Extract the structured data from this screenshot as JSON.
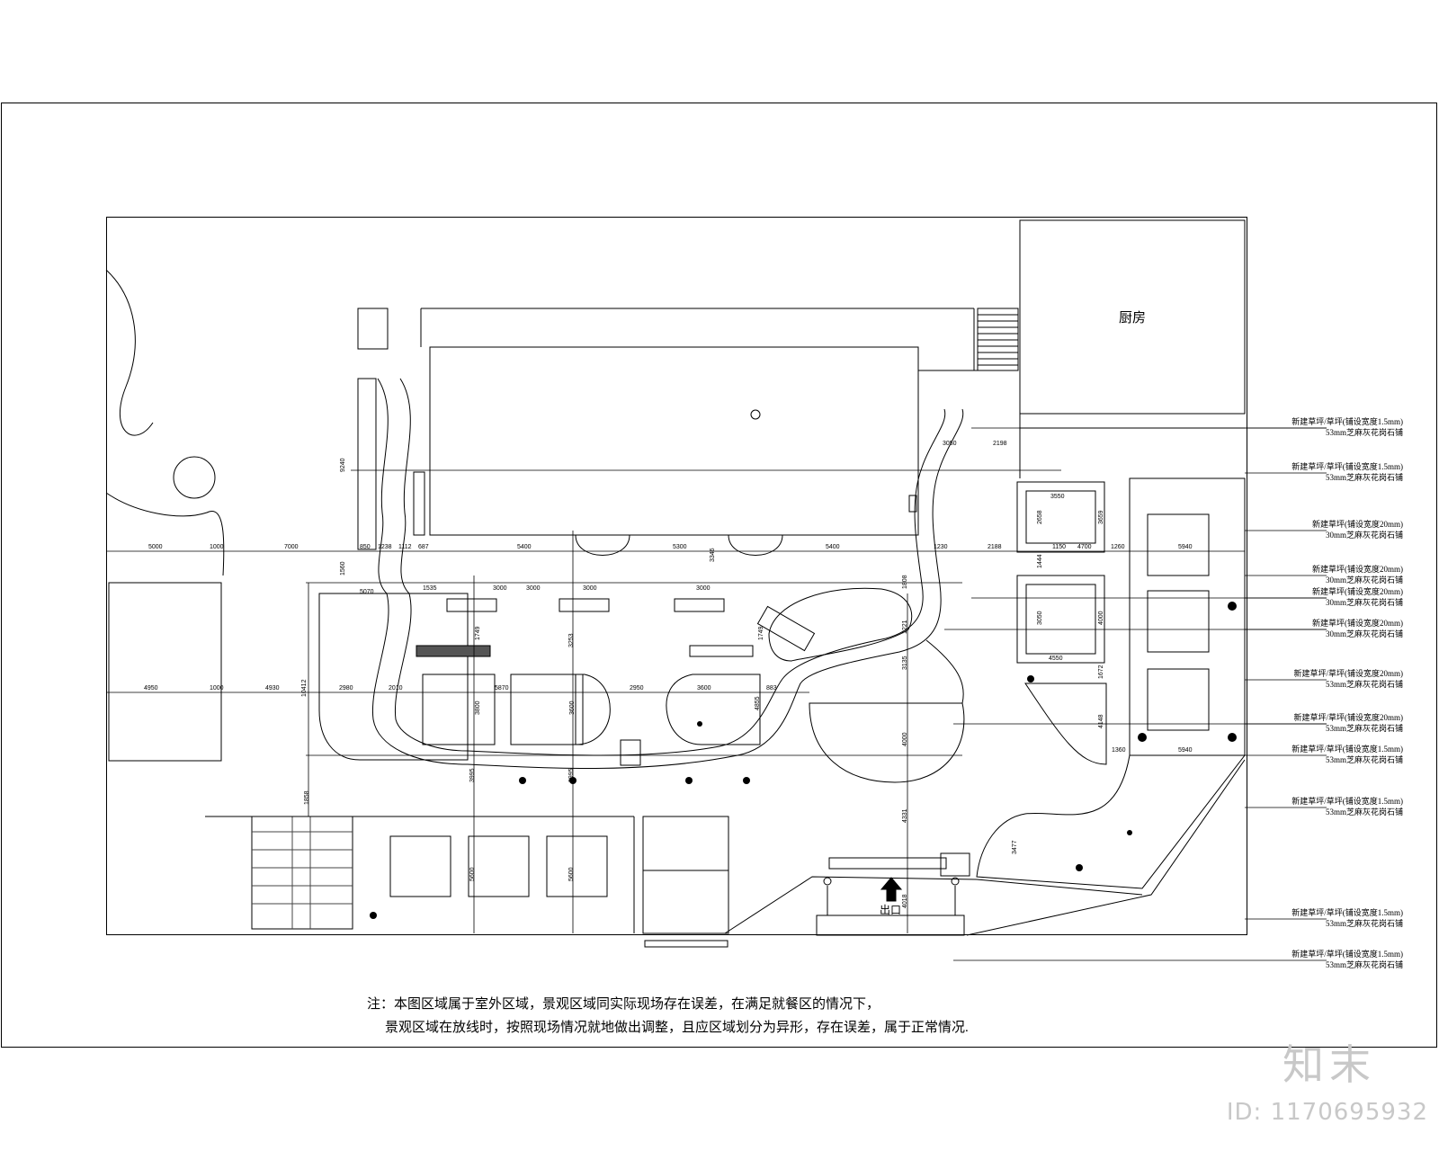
{
  "room_label": "厨房",
  "entrance_label": "出口",
  "note": {
    "line1": "注：本图区域属于室外区域，景观区域同实际现场存在误差，在满足就餐区的情况下，",
    "line2": "景观区域在放线时，按照现场情况就地做出调整，且应区域划分为异形，存在误差，属于正常情况."
  },
  "callouts": [
    {
      "l1": "新建草坪/草坪(铺设宽度1.5mm)",
      "l2": "53mm芝麻灰花岗石铺"
    },
    {
      "l1": "新建草坪/草坪(铺设宽度1.5mm)",
      "l2": "53mm芝麻灰花岗石铺"
    },
    {
      "l1": "新建草坪(铺设宽度20mm)",
      "l2": "30mm芝麻灰花岗石铺"
    },
    {
      "l1": "新建草坪(铺设宽度20mm)",
      "l2": "30mm芝麻灰花岗石铺"
    },
    {
      "l1": "新建草坪(铺设宽度20mm)",
      "l2": "30mm芝麻灰花岗石铺"
    },
    {
      "l1": "新建草坪(铺设宽度20mm)",
      "l2": "30mm芝麻灰花岗石铺"
    },
    {
      "l1": "新建草坪/草坪(铺设宽度20mm)",
      "l2": "53mm芝麻灰花岗石铺"
    },
    {
      "l1": "新建草坪/草坪(铺设宽度20mm)",
      "l2": "53mm芝麻灰花岗石铺"
    },
    {
      "l1": "新建草坪/草坪(铺设宽度1.5mm)",
      "l2": "53mm芝麻灰花岗石铺"
    },
    {
      "l1": "新建草坪/草坪(铺设宽度1.5mm)",
      "l2": "53mm芝麻灰花岗石铺"
    },
    {
      "l1": "新建草坪/草坪(铺设宽度1.5mm)",
      "l2": "53mm芝麻灰花岗石铺"
    },
    {
      "l1": "新建草坪/草坪(铺设宽度1.5mm)",
      "l2": "53mm芝麻灰花岗石铺"
    }
  ],
  "dimensions": {
    "row_a": [
      "5000",
      "1000",
      "7000",
      "850",
      "1238",
      "1112",
      "687",
      "5400",
      "5300",
      "5400",
      "1230",
      "2188",
      "1150",
      "1260",
      "5940"
    ],
    "row_b": [
      "4950",
      "1000",
      "4930",
      "2980",
      "2010",
      "5870",
      "2950",
      "3600",
      "883"
    ],
    "row_c": [
      "1535",
      "3000",
      "3000",
      "3000",
      "3000"
    ],
    "vertical": [
      "9240",
      "10412",
      "3800",
      "3600",
      "3253",
      "4855",
      "3135",
      "4000",
      "4331",
      "4018",
      "5600",
      "5600",
      "3995",
      "3995",
      "1858",
      "3346",
      "3050",
      "4000",
      "4148",
      "1672",
      "3477",
      "2658",
      "3659"
    ],
    "misc": [
      "3050",
      "2198",
      "5070",
      "1560",
      "1749",
      "1749",
      "1808",
      "1221",
      "3550",
      "4550",
      "1444",
      "4700",
      "1360",
      "5940"
    ]
  },
  "brand": "知末",
  "stock_id": "ID: 1170695932"
}
